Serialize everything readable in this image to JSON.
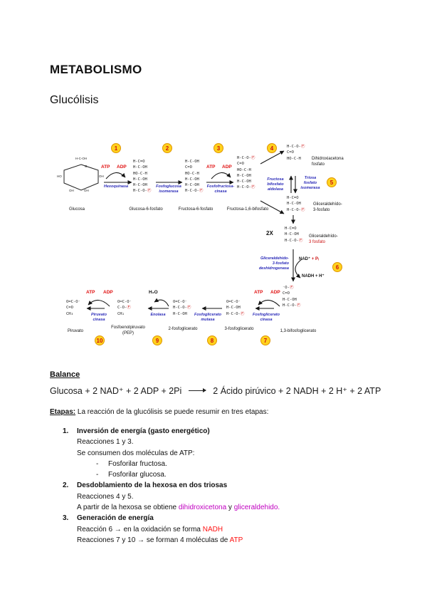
{
  "page": {
    "title": "METABOLISMO",
    "subtitle": "Glucólisis"
  },
  "colors": {
    "cofactor_red": "#e01010",
    "enzyme_blue": "#2a2ab8",
    "purple": "#c000c0",
    "text_red": "#ff1111",
    "step_circle_fill": "#ffd21e",
    "step_circle_border": "#e09600",
    "step_number_red": "#cc1111"
  },
  "diagram": {
    "step_numbers": [
      "1",
      "2",
      "3",
      "4",
      "5",
      "6",
      "7",
      "8",
      "9",
      "10"
    ],
    "two_x": "2X",
    "glucosa": {
      "label": "Glucosa",
      "top": "H-C-OH",
      "o": "O",
      "hleft": "HO",
      "hright": "OH",
      "b1": "OH",
      "b2": "OH"
    },
    "molecules": {
      "g6p": {
        "label": "Glucosa-6-fosfato",
        "lines": [
          [
            [
              "b",
              "H-C=O"
            ]
          ],
          [
            [
              "b",
              "H-C-OH"
            ]
          ],
          [
            [
              "b",
              "HO-C-H"
            ]
          ],
          [
            [
              "b",
              "H-C-OH"
            ]
          ],
          [
            [
              "b",
              "H-C-OH"
            ]
          ],
          [
            [
              "b",
              "H-C-O-"
            ],
            [
              "r",
              "Ⓟ"
            ]
          ]
        ]
      },
      "f6p": {
        "label": "Fructosa-6-fosfato",
        "lines": [
          [
            [
              "b",
              "H-C-OH"
            ]
          ],
          [
            [
              "b",
              "C=O"
            ]
          ],
          [
            [
              "b",
              "HO-C-H"
            ]
          ],
          [
            [
              "b",
              "H-C-OH"
            ]
          ],
          [
            [
              "b",
              "H-C-OH"
            ]
          ],
          [
            [
              "b",
              "H-C-O-"
            ],
            [
              "r",
              "Ⓟ"
            ]
          ]
        ]
      },
      "f16bp": {
        "label": "Fructosa-1,6-bifosfato",
        "lines": [
          [
            [
              "b",
              "H-C-O-"
            ],
            [
              "r",
              "Ⓟ"
            ]
          ],
          [
            [
              "b",
              "C=O"
            ]
          ],
          [
            [
              "b",
              "HO-C-H"
            ]
          ],
          [
            [
              "b",
              "H-C-OH"
            ]
          ],
          [
            [
              "b",
              "H-C-OH"
            ]
          ],
          [
            [
              "b",
              "H-C-O-"
            ],
            [
              "r",
              "Ⓟ"
            ]
          ]
        ]
      },
      "dhap": {
        "label_lines": [
          "Dihidroxiacetona",
          "fosfato"
        ],
        "lines": [
          [
            [
              "b",
              "H-C-O-"
            ],
            [
              "r",
              "Ⓟ"
            ]
          ],
          [
            [
              "b",
              "C=O"
            ]
          ],
          [
            [
              "b",
              "HO-C-H"
            ]
          ]
        ]
      },
      "g3p": {
        "label_lines": [
          "Gliceraldehído-",
          "3-fosfato"
        ],
        "lines": [
          [
            [
              "b",
              "H-C=O"
            ]
          ],
          [
            [
              "b",
              "H-C-OH"
            ]
          ],
          [
            [
              "b",
              "H-C-O-"
            ],
            [
              "r",
              "Ⓟ"
            ]
          ]
        ]
      },
      "g3p2": {
        "label1": "Gliceraldehído-",
        "label2": "3 fosfato",
        "lines": [
          [
            [
              "b",
              "H-C=O"
            ]
          ],
          [
            [
              "b",
              "H-C-OH"
            ]
          ],
          [
            [
              "b",
              "H-C-O-"
            ],
            [
              "r",
              "Ⓟ"
            ]
          ]
        ]
      },
      "bpg13": {
        "label": "1,3-bifosfoglicerato",
        "lines": [
          [
            [
              "b",
              "⁻O-"
            ],
            [
              "r",
              "Ⓟ"
            ]
          ],
          [
            [
              "b",
              "C=O"
            ]
          ],
          [
            [
              "b",
              "H-C-OH"
            ]
          ],
          [
            [
              "b",
              "H-C-O-"
            ],
            [
              "r",
              "Ⓟ"
            ]
          ]
        ]
      },
      "pg3": {
        "label": "3-fosfoglicerato",
        "lines": [
          [
            [
              "b",
              "O=C-O⁻"
            ]
          ],
          [
            [
              "b",
              "H-C-OH"
            ]
          ],
          [
            [
              "b",
              "H-C-O-"
            ],
            [
              "r",
              "Ⓟ"
            ]
          ]
        ]
      },
      "pg2": {
        "label": "2-fosfoglicerato",
        "lines": [
          [
            [
              "b",
              "O=C-O⁻"
            ]
          ],
          [
            [
              "b",
              "H-C-O-"
            ],
            [
              "r",
              "Ⓟ"
            ]
          ],
          [
            [
              "b",
              "H-C-OH"
            ]
          ]
        ]
      },
      "pep": {
        "label_lines": [
          "Fosfoenolpiruvato",
          "(PEP)"
        ],
        "lines": [
          [
            [
              "b",
              "O=C-O⁻"
            ]
          ],
          [
            [
              "b",
              "C-O-"
            ],
            [
              "r",
              "Ⓟ"
            ]
          ],
          [
            [
              "b",
              "CH₂"
            ]
          ]
        ]
      },
      "piruvato": {
        "label": "Piruvato",
        "lines": [
          [
            [
              "b",
              "O=C-O⁻"
            ]
          ],
          [
            [
              "b",
              "C=O"
            ]
          ],
          [
            [
              "b",
              "CH₃"
            ]
          ]
        ]
      }
    },
    "enzymes": {
      "e1": [
        "Hexoquinasa"
      ],
      "e2": [
        "Fosfoglucosa",
        "isomerasa"
      ],
      "e3": [
        "Fosfofructosa-",
        "cinasa"
      ],
      "e4": [
        "Fructosa",
        "bifosfato",
        "aldolasa"
      ],
      "e5": [
        "Triosa",
        "fosfato",
        "isomerasa"
      ],
      "e6": [
        "Gliceraldehído-",
        "3-fosfato",
        "deshidrogenasa"
      ],
      "e7": [
        "Fosfoglicerato",
        "cinasa"
      ],
      "e8": [
        "Fosfoglicerato",
        "mutasa"
      ],
      "e9": [
        "Enolasa"
      ],
      "e10": [
        "Piruvato",
        "cinasa"
      ]
    },
    "cofactors": {
      "atp": "ATP",
      "adp": "ADP",
      "h2o": "H₂O",
      "nad_black": "NAD⁺ ",
      "nad_red": "+ Pᵢ",
      "nadh": "NADH + H⁺"
    }
  },
  "balance": {
    "heading": "Balance",
    "equation_left": "Glucosa + 2 NAD⁺ + 2 ADP + 2Pi",
    "equation_right": "2 Ácido pirúvico + 2 NADH + 2 H⁺ + 2 ATP"
  },
  "etapas": {
    "label": "Etapas:",
    "intro": " La reacción de la glucólisis se puede resumir en tres etapas:",
    "item1": {
      "num": "1.",
      "title": "Inversión de energía (gasto energético)",
      "line1": "Reacciones 1 y 3.",
      "line2": "Se consumen dos moléculas de ATP:",
      "dash": "-",
      "sub1": "Fosforilar fructosa.",
      "sub2": "Fosforilar glucosa."
    },
    "item2": {
      "num": "2.",
      "title": "Desdoblamiento de la hexosa en dos triosas",
      "line1": "Reacciones 4 y 5.",
      "line2_pre": "A partir de la hexosa se obtiene ",
      "line2_p1": "dihidroxicetona",
      "line2_mid": " y ",
      "line2_p2": "gliceraldehido."
    },
    "item3": {
      "num": "3.",
      "title": "Generación de energía",
      "line1_pre": "Reacción 6 → en la oxidación se forma ",
      "line1_red": "NADH",
      "line2_pre": "Reacciones 7 y 10 → se forman 4 moléculas de ",
      "line2_red": "ATP"
    }
  }
}
